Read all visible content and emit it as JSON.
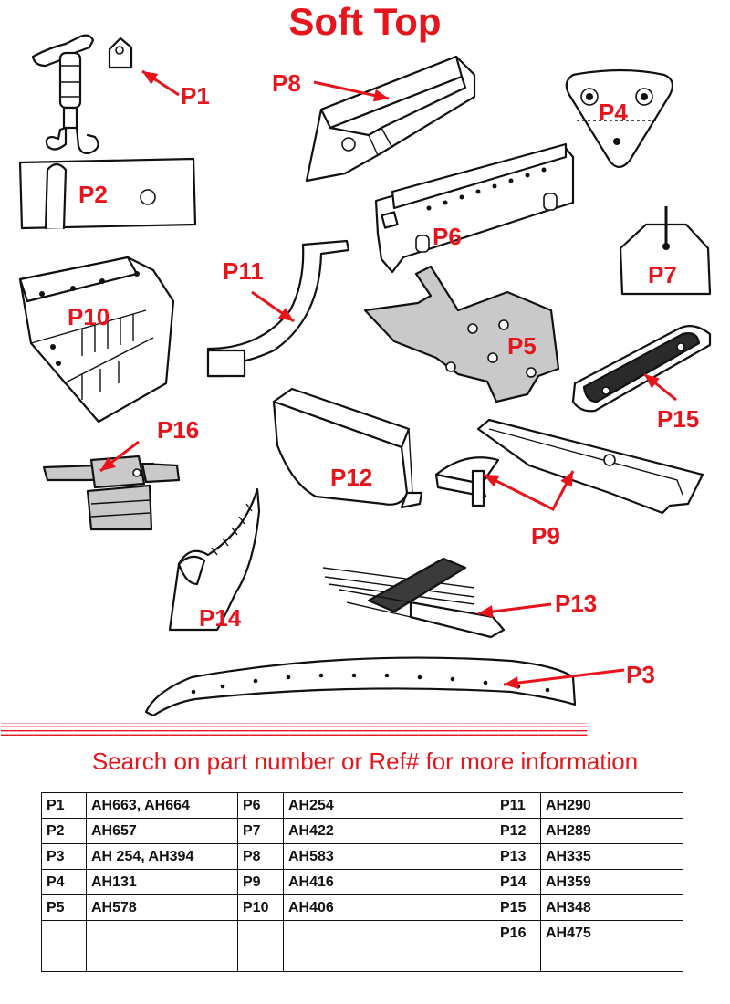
{
  "title": "Soft Top",
  "accent_color": "#e8141c",
  "labels": {
    "p1": "P1",
    "p2": "P2",
    "p3": "P3",
    "p4": "P4",
    "p5": "P5",
    "p6": "P6",
    "p7": "P7",
    "p8": "P8",
    "p9": "P9",
    "p10": "P10",
    "p11": "P11",
    "p12": "P12",
    "p13": "P13",
    "p14": "P14",
    "p15": "P15",
    "p16": "P16"
  },
  "divider": "=========================================================================",
  "search_note": "Search on part number or Ref# for more information",
  "table": {
    "rows": [
      [
        "P1",
        "AH663, AH664",
        "P6",
        "AH254",
        "P11",
        "AH290"
      ],
      [
        "P2",
        "AH657",
        "P7",
        "AH422",
        "P12",
        "AH289"
      ],
      [
        "P3",
        "AH 254, AH394",
        "P8",
        "AH583",
        "P13",
        "AH335"
      ],
      [
        "P4",
        "AH131",
        "P9",
        "AH416",
        "P14",
        "AH359"
      ],
      [
        "P5",
        "AH578",
        "P10",
        "AH406",
        "P15",
        "AH348"
      ],
      [
        "",
        "",
        "",
        "",
        "P16",
        "AH475"
      ],
      [
        "",
        "",
        "",
        "",
        "",
        ""
      ]
    ]
  }
}
